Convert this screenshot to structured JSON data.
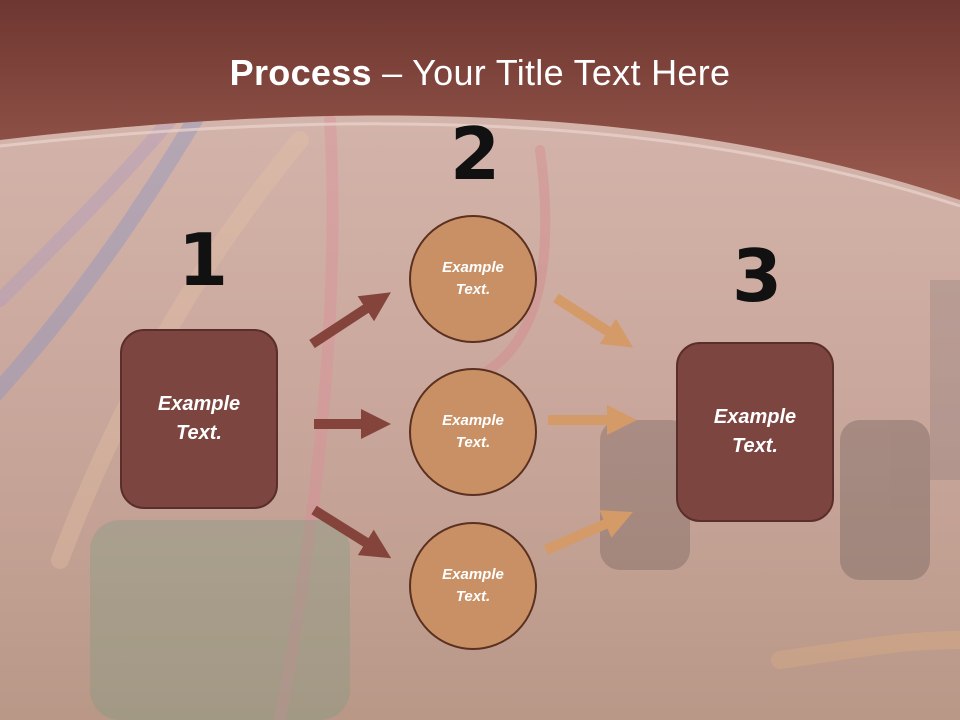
{
  "title": {
    "bold": "Process",
    "rest": " – Your Title Text Here"
  },
  "numbers": [
    "1",
    "2",
    "3"
  ],
  "left_box": {
    "label": "Example\nText."
  },
  "right_box": {
    "label": "Example\nText."
  },
  "circles": [
    {
      "label": "Example\nText."
    },
    {
      "label": "Example\nText."
    },
    {
      "label": "Example\nText."
    }
  ],
  "colors": {
    "header": "#7a3e36",
    "box": "#7d4540",
    "circle": "#c89064",
    "arrow_dark": "#84443c",
    "arrow_light": "#d49a68"
  }
}
